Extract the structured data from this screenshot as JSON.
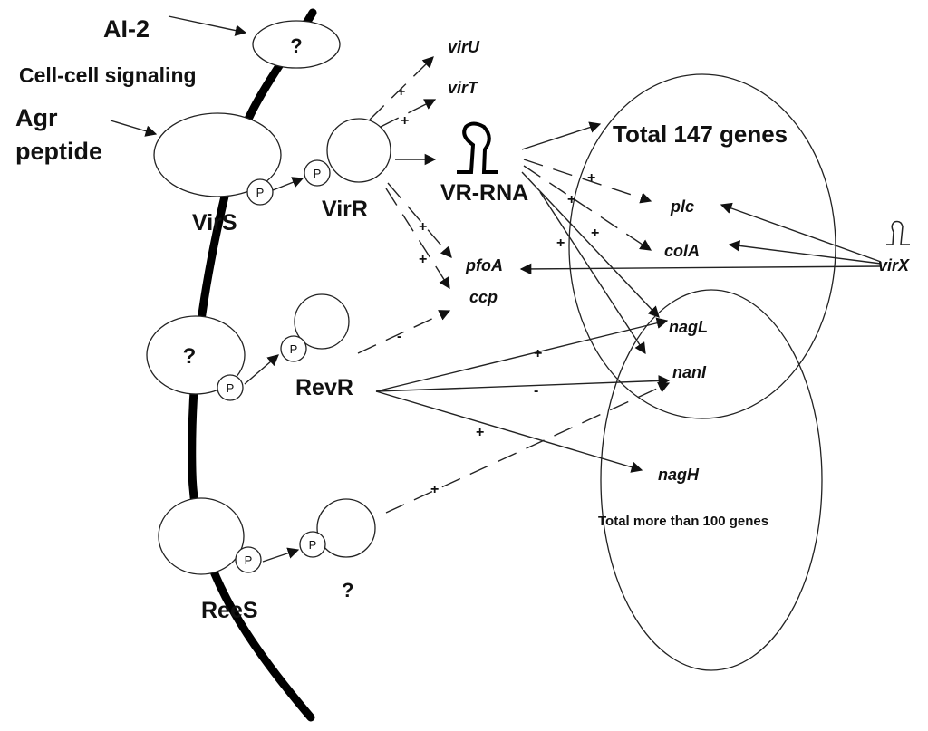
{
  "labels": {
    "ai2": "AI-2",
    "cell_signaling": "Cell-cell signaling",
    "agr_line1": "Agr",
    "agr_line2": "peptide",
    "virs": "VirS",
    "virr": "VirR",
    "vr_rna": "VR-RNA",
    "revr": "RevR",
    "rees": "ReeS",
    "question": "?",
    "phospho": "P",
    "total_147": "Total 147 genes",
    "total_100": "Total more than 100 genes"
  },
  "genes": {
    "viru": "virU",
    "virt": "virT",
    "pfoa": "pfoA",
    "ccp": "ccp",
    "plc": "plc",
    "cola": "colA",
    "virx": "virX",
    "nagl": "nagL",
    "nani": "nanI",
    "nagh": "nagH"
  },
  "signs": {
    "plus": "+",
    "minus": "-"
  }
}
